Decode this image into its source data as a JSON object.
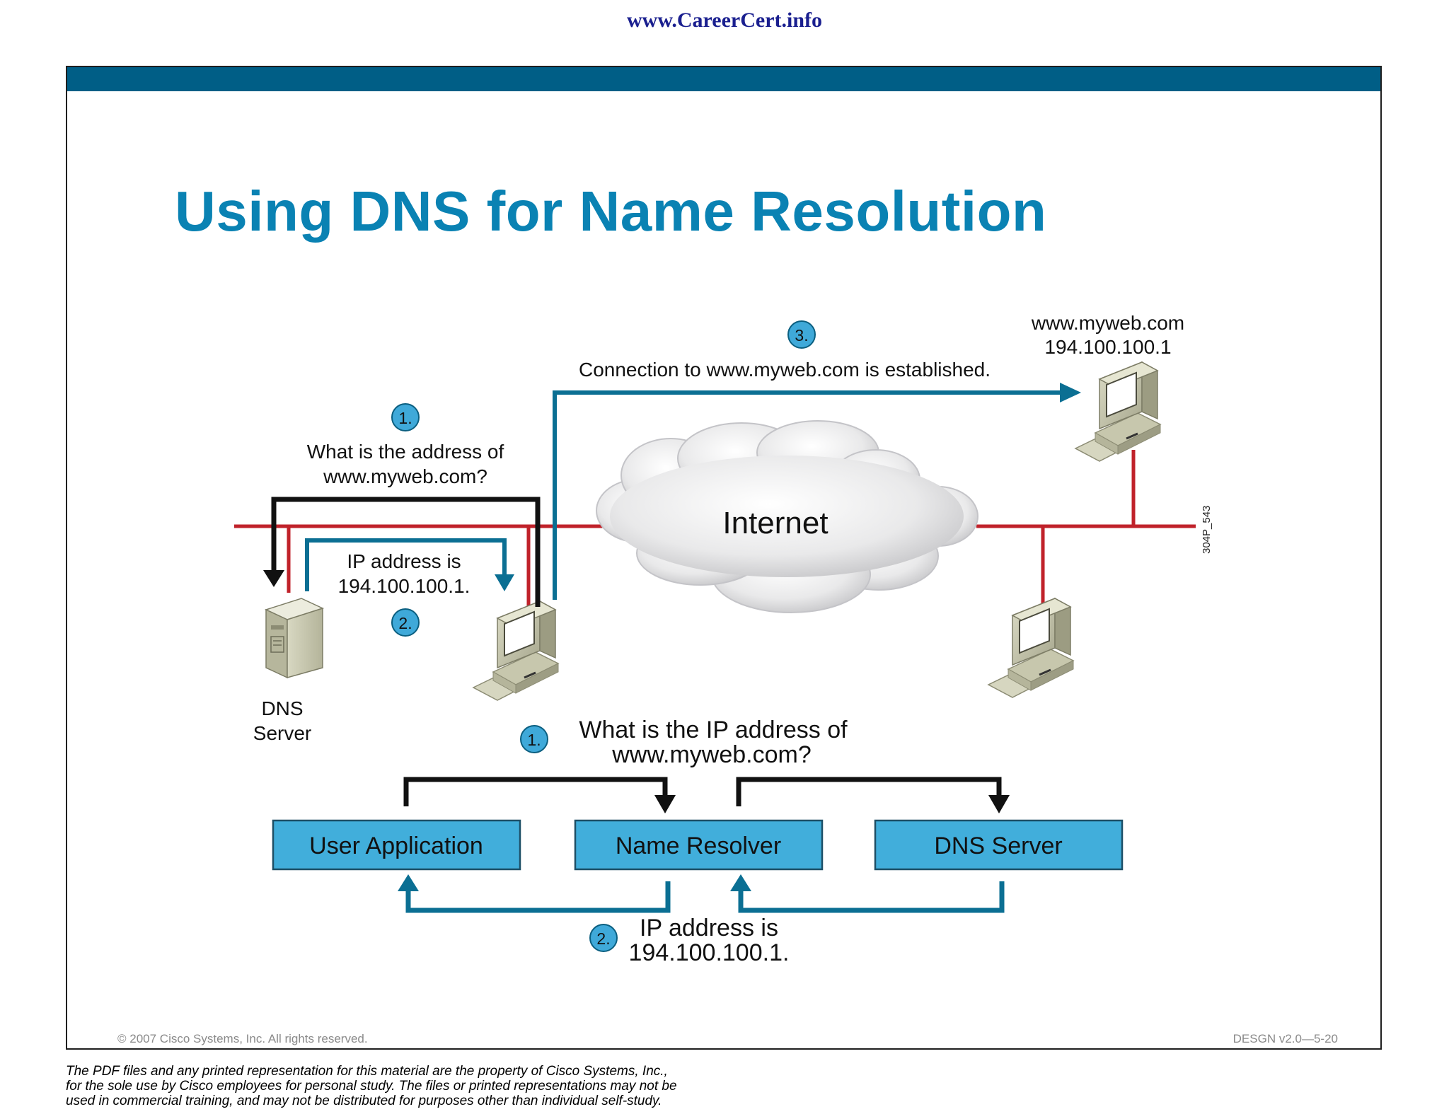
{
  "header": {
    "site_url": "www.CareerCert.info"
  },
  "slide": {
    "title": "Using DNS for Name Resolution",
    "footer_left": "© 2007 Cisco Systems, Inc. All rights reserved.",
    "footer_right": "DESGN v2.0—5-20",
    "figure_id": "304P_543"
  },
  "network": {
    "step1_badge": "1.",
    "step1_line1": "What is the address of",
    "step1_line2": "www.myweb.com?",
    "step2_badge": "2.",
    "step2_line1": "IP address is",
    "step2_line2": "194.100.100.1.",
    "step3_badge": "3.",
    "step3_text": "Connection to www.myweb.com is established.",
    "cloud_label": "Internet",
    "web_server_name": "www.myweb.com",
    "web_server_ip": "194.100.100.1",
    "dns_server_line1": "DNS",
    "dns_server_line2": "Server"
  },
  "flow": {
    "step1_badge": "1.",
    "step1_line1": "What is the IP address of",
    "step1_line2": "www.myweb.com?",
    "step2_badge": "2.",
    "step2_line1": "IP address is",
    "step2_line2": "194.100.100.1.",
    "boxes": [
      "User Application",
      "Name Resolver",
      "DNS Server"
    ]
  },
  "disclaimer": [
    "The PDF files and any printed representation for this material are the property of Cisco Systems, Inc.,",
    "for the sole use by Cisco employees for personal study. The files or printed representations may not be",
    "used in commercial training, and may not be distributed for purposes other than individual self-study."
  ],
  "colors": {
    "title": "#0a82b3",
    "top_bar": "#005e86",
    "network_line": "#c0222a",
    "arrow_blue": "#0b6f93",
    "badge_fill": "#3fa9d9",
    "box_fill": "#41aedb"
  }
}
